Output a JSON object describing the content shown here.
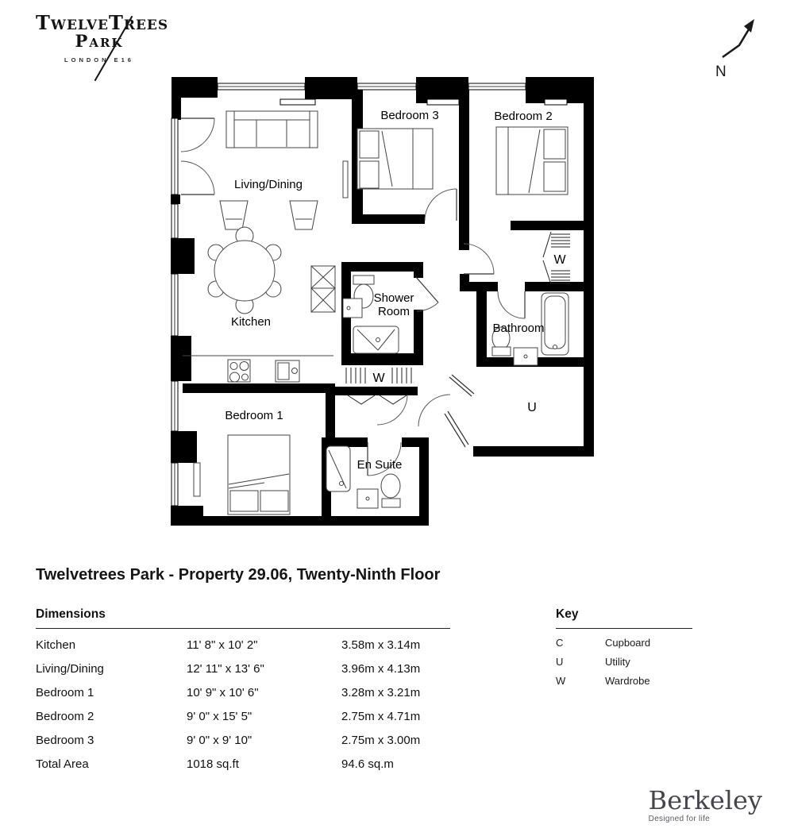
{
  "brand": {
    "line1": "TwelveTrees",
    "line2": "Park",
    "location": "LONDON E16"
  },
  "compass": {
    "north": "N"
  },
  "plan": {
    "labels": {
      "living": "Living/Dining",
      "bedroom3": "Bedroom 3",
      "bedroom2": "Bedroom 2",
      "kitchen": "Kitchen",
      "shower_line1": "Shower",
      "shower_line2": "Room",
      "bathroom": "Bathroom",
      "bedroom1": "Bedroom 1",
      "ensuite": "En Suite",
      "wardrobe": "W",
      "utility": "U"
    }
  },
  "title": "Twelvetrees Park - Property 29.06, Twenty-Ninth Floor",
  "dimensions": {
    "heading": "Dimensions",
    "rows": [
      {
        "room": "Kitchen",
        "imperial": "11' 8\" x 10' 2\"",
        "metric": "3.58m x 3.14m"
      },
      {
        "room": "Living/Dining",
        "imperial": "12' 11\" x 13' 6\"",
        "metric": "3.96m x 4.13m"
      },
      {
        "room": "Bedroom 1",
        "imperial": "10' 9\" x 10' 6\"",
        "metric": "3.28m x 3.21m"
      },
      {
        "room": "Bedroom 2",
        "imperial": "9' 0\" x 15' 5\"",
        "metric": "2.75m x 4.71m"
      },
      {
        "room": "Bedroom 3",
        "imperial": "9' 0\" x 9' 10\"",
        "metric": "2.75m x 3.00m"
      },
      {
        "room": "Total Area",
        "imperial": "1018 sq.ft",
        "metric": "94.6 sq.m"
      }
    ]
  },
  "key": {
    "heading": "Key",
    "rows": [
      {
        "code": "C",
        "label": "Cupboard"
      },
      {
        "code": "U",
        "label": "Utility"
      },
      {
        "code": "W",
        "label": "Wardrobe"
      }
    ]
  },
  "footer": {
    "brand": "Berkeley",
    "tagline": "Designed for life"
  }
}
